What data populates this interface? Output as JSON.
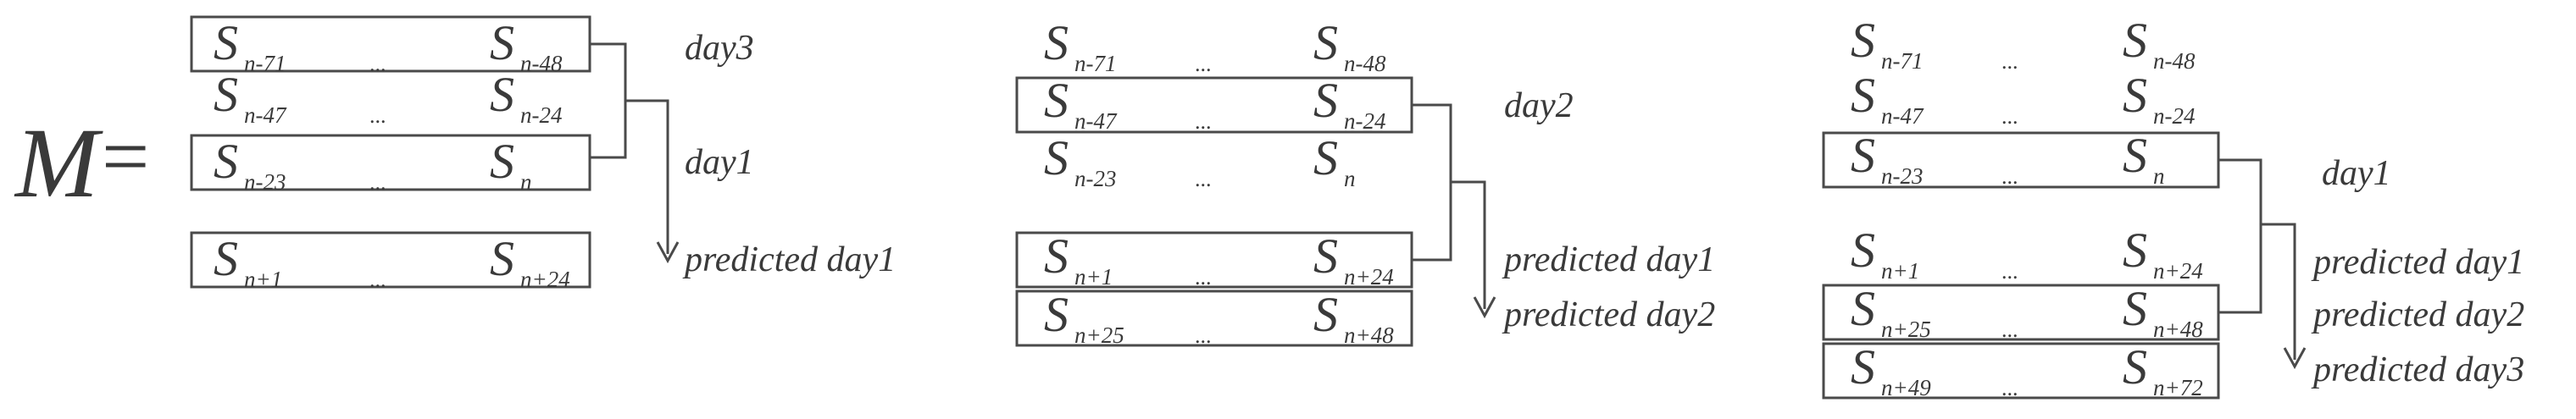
{
  "matrix_symbol": "M",
  "equals": "=",
  "panels": [
    {
      "rows": [
        {
          "left_sub": "n-71",
          "right_sub": "n-48",
          "boxed": true
        },
        {
          "left_sub": "n-47",
          "right_sub": "n-24",
          "boxed": false
        },
        {
          "left_sub": "n-23",
          "right_sub": "n",
          "boxed": true
        },
        {
          "left_sub": "n+1",
          "right_sub": "n+24",
          "boxed": true
        }
      ],
      "labels": [
        "day3",
        "day1",
        "predicted day1"
      ]
    },
    {
      "rows": [
        {
          "left_sub": "n-71",
          "right_sub": "n-48",
          "boxed": false
        },
        {
          "left_sub": "n-47",
          "right_sub": "n-24",
          "boxed": true
        },
        {
          "left_sub": "n-23",
          "right_sub": "n",
          "boxed": false
        },
        {
          "left_sub": "n+1",
          "right_sub": "n+24",
          "boxed": true
        },
        {
          "left_sub": "n+25",
          "right_sub": "n+48",
          "boxed": true
        }
      ],
      "labels": [
        "day2",
        "predicted day1",
        "predicted day2"
      ]
    },
    {
      "rows": [
        {
          "left_sub": "n-71",
          "right_sub": "n-48",
          "boxed": false
        },
        {
          "left_sub": "n-47",
          "right_sub": "n-24",
          "boxed": false
        },
        {
          "left_sub": "n-23",
          "right_sub": "n",
          "boxed": true
        },
        {
          "left_sub": "n+1",
          "right_sub": "n+24",
          "boxed": false
        },
        {
          "left_sub": "n+25",
          "right_sub": "n+48",
          "boxed": true
        },
        {
          "left_sub": "n+49",
          "right_sub": "n+72",
          "boxed": true
        }
      ],
      "labels": [
        "day1",
        "predicted day1",
        "predicted day2",
        "predicted day3"
      ]
    }
  ],
  "symbols": {
    "seq": "S",
    "ellipsis": "..."
  },
  "colors": {
    "ink": "#3a3a3a",
    "line": "#4a4a4a",
    "background": "#ffffff"
  }
}
